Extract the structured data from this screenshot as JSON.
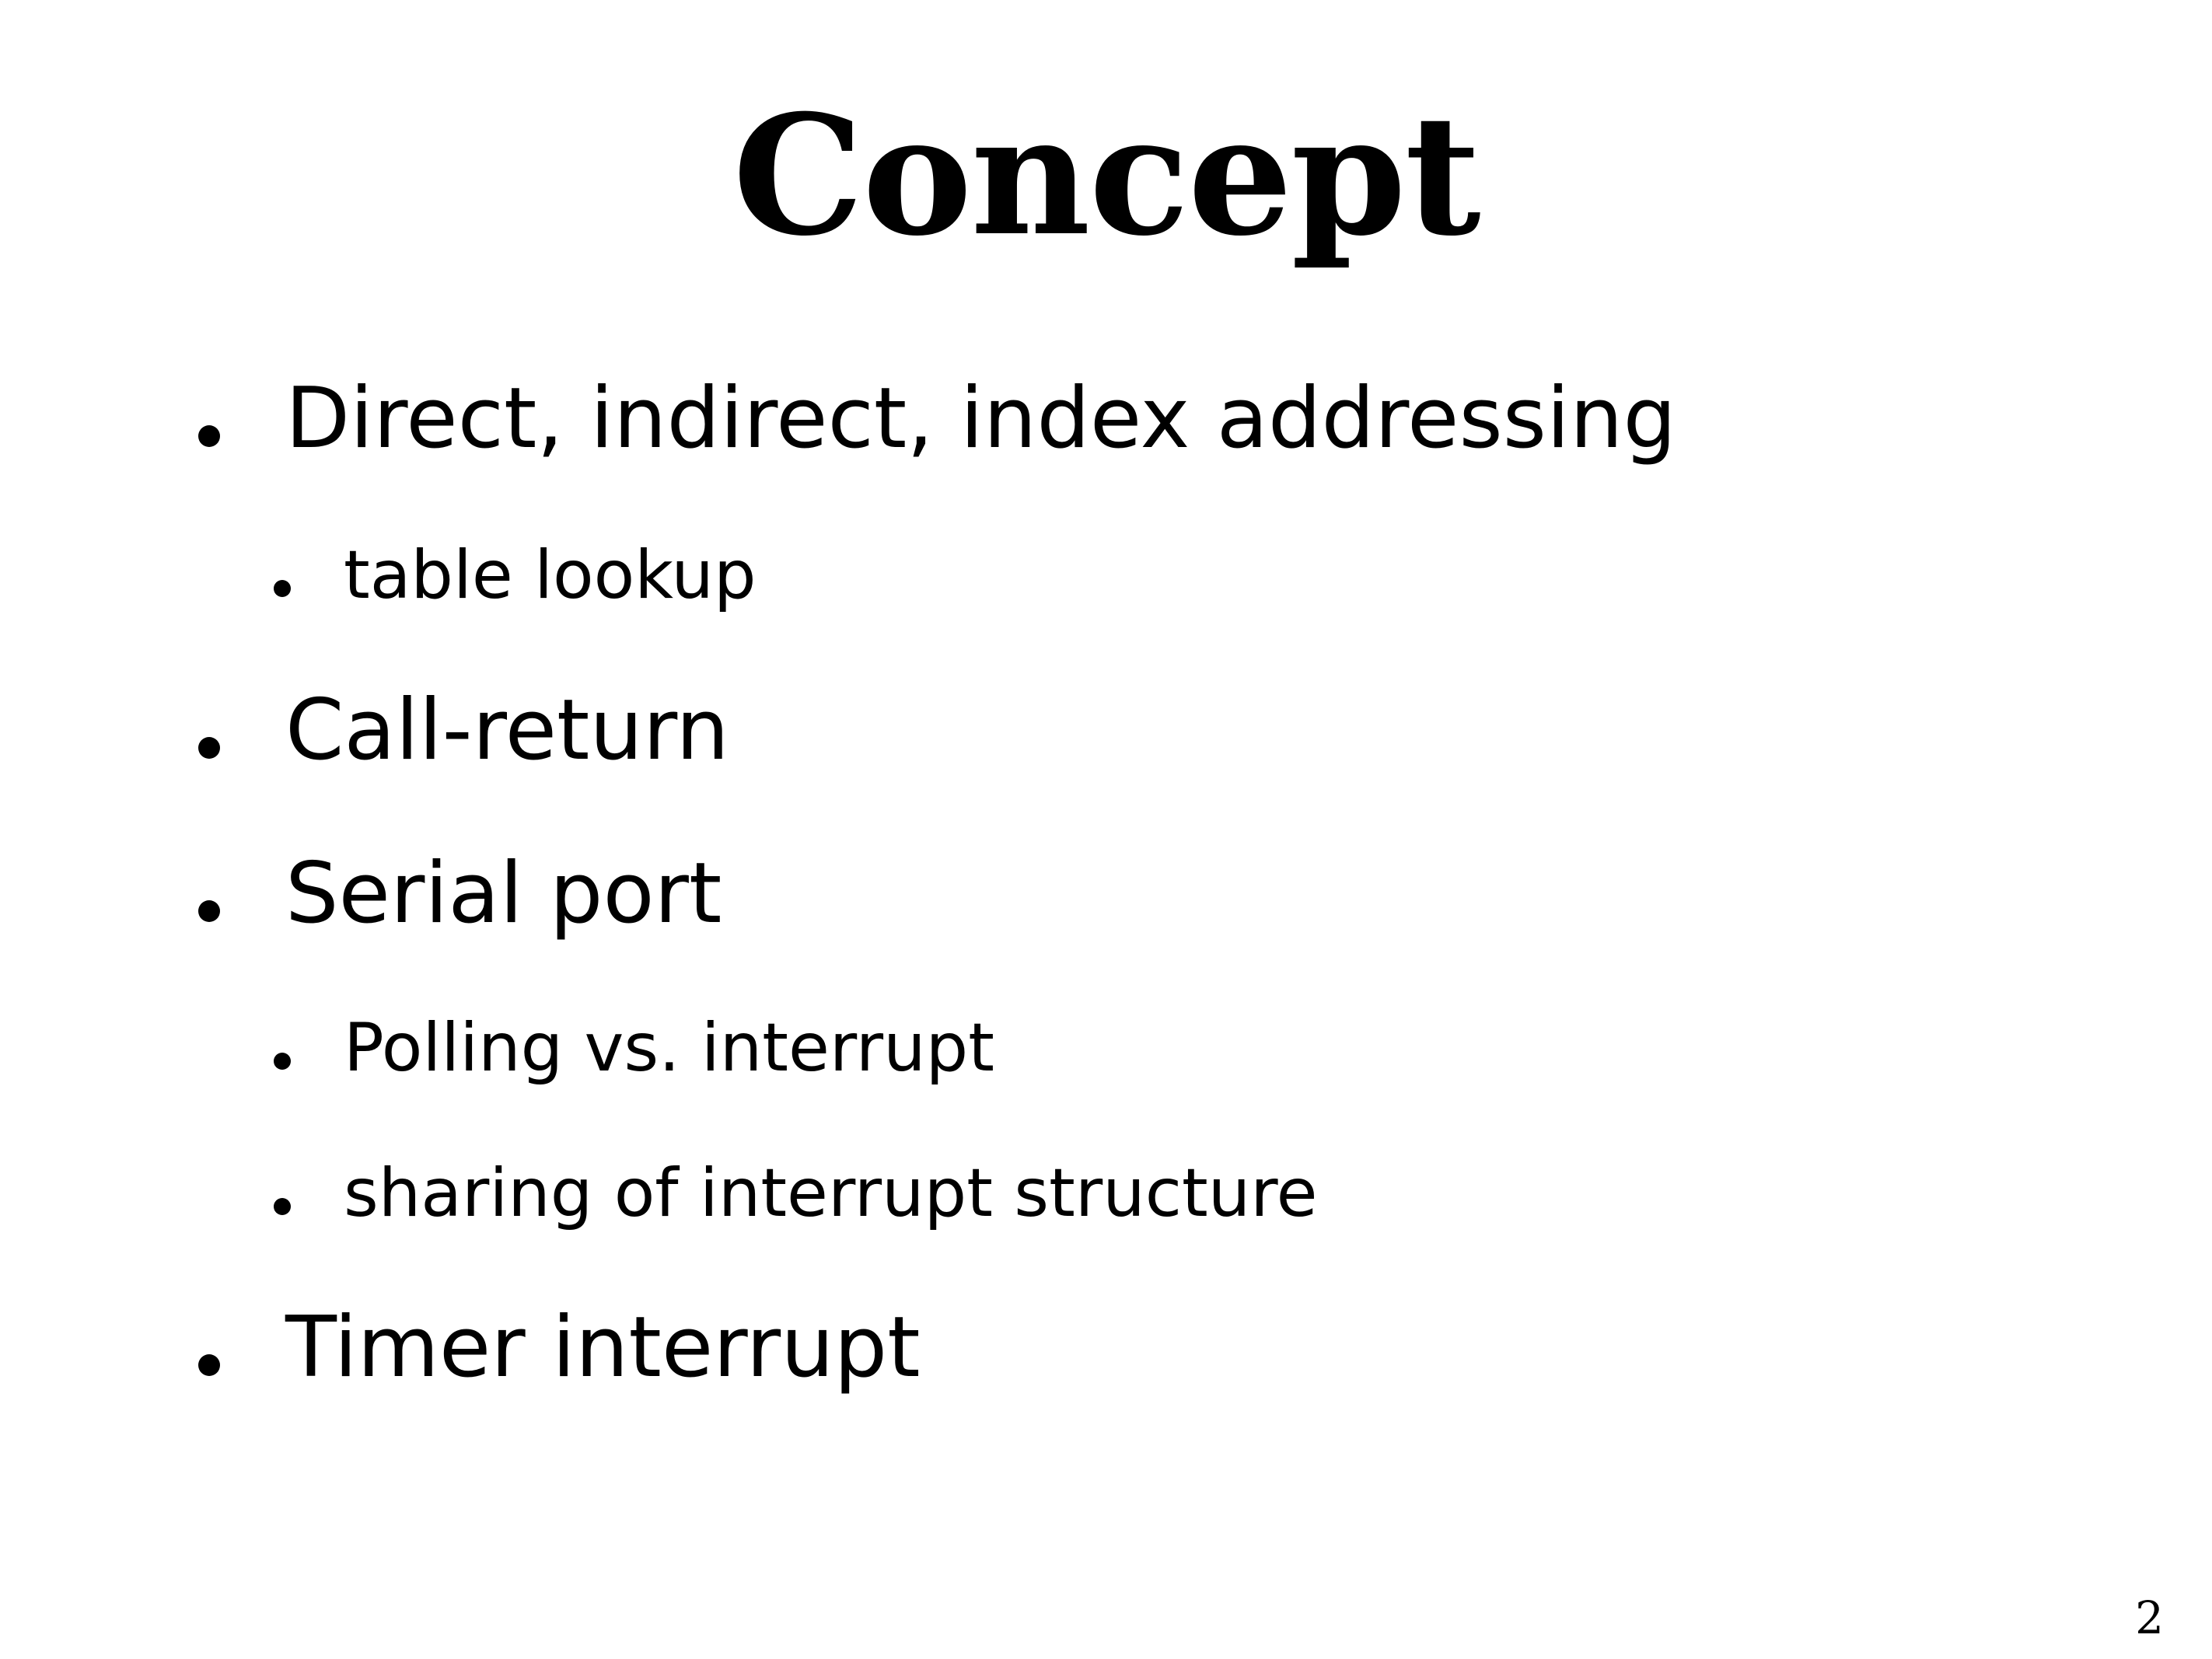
{
  "slide": {
    "title": "Concept",
    "bullets": [
      {
        "level": 1,
        "text": "Direct, indirect, index addressing"
      },
      {
        "level": 2,
        "text": "table lookup"
      },
      {
        "level": 1,
        "text": "Call-return"
      },
      {
        "level": 1,
        "text": "Serial port"
      },
      {
        "level": 2,
        "text": "Polling vs. interrupt"
      },
      {
        "level": 2,
        "text": "sharing of interrupt structure"
      },
      {
        "level": 1,
        "text": "Timer interrupt"
      }
    ],
    "page_number": "2"
  }
}
